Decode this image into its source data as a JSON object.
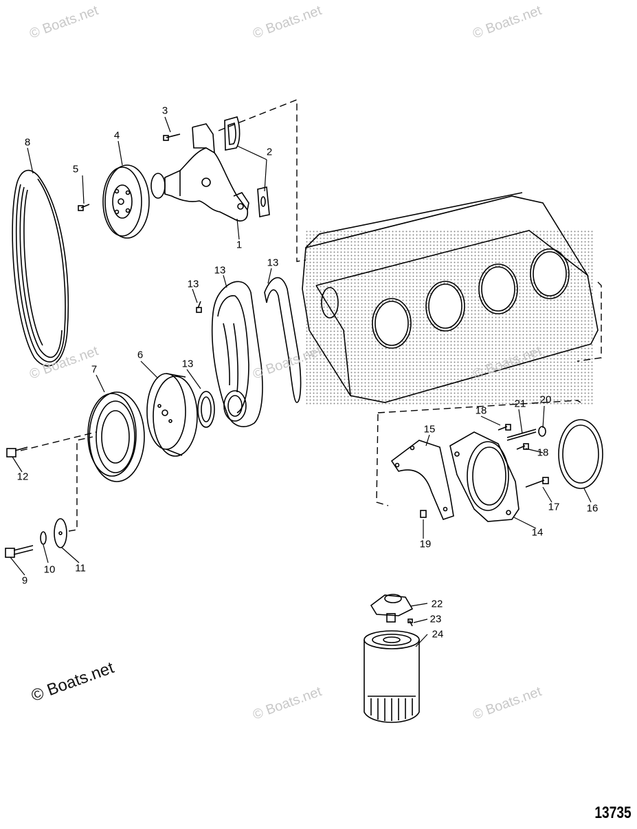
{
  "diagram": {
    "watermark_text": "© Boats.net",
    "copyright_text": "© Boats.net",
    "figure_number": "13735",
    "callouts": [
      "1",
      "2",
      "3",
      "4",
      "5",
      "6",
      "7",
      "8",
      "9",
      "10",
      "11",
      "12",
      "13",
      "13",
      "13",
      "13",
      "14",
      "15",
      "16",
      "17",
      "18",
      "18",
      "19",
      "20",
      "21",
      "22",
      "23",
      "24"
    ]
  }
}
